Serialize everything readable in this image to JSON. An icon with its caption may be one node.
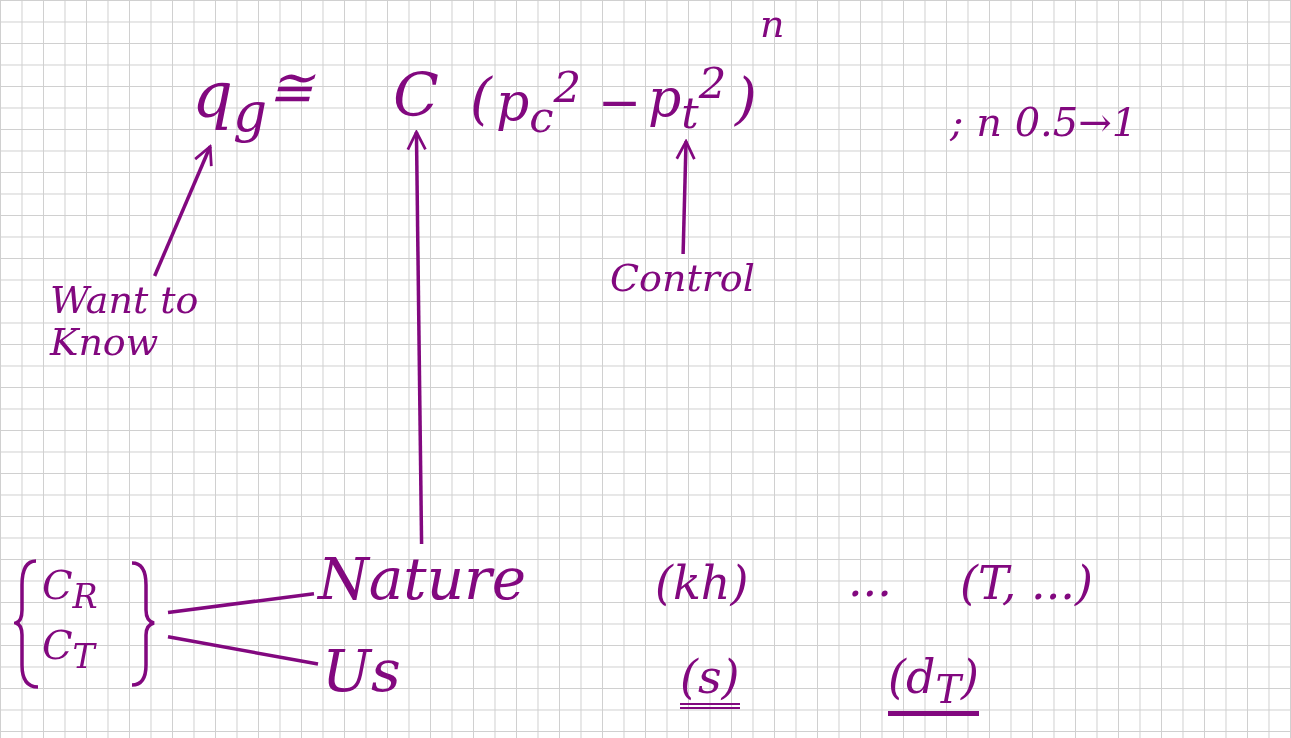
{
  "diagram": {
    "nodes": [
      {
        "text": [
          "q$_{g}$"
        ]
      },
      {
        "text": [
          "C"
        ]
      },
      {
        "text": [
          "p$_{t}$$^{2}$"
        ]
      },
      {
        "text": [
          "Want to Know"
        ]
      },
      {
        "text": [
          "Control"
        ]
      },
      {
        "text": [
          "Nature"
        ]
      },
      {
        "text": [
          "Us"
        ]
      },
      {
        "text": [
          "C$_{R}$",
          "C$_{T}$"
        ]
      }
    ],
    "edges": [
      {
        "from": 3,
        "to": 0,
        "arrow": "to"
      },
      {
        "from": 4,
        "to": 2,
        "arrow": "to"
      },
      {
        "from": 5,
        "to": 1,
        "arrow": "to"
      },
      {
        "from": 5,
        "to": 7,
        "arrow": "none"
      },
      {
        "from": 6,
        "to": 7,
        "arrow": "none"
      }
    ],
    "labels": [
      "≅",
      "(",
      "p$_{c}$$^{2}$ −",
      ")",
      "n",
      "; n 0.5→1",
      "(kh)",
      "...",
      "(T, ...)",
      "(s)",
      "(d$_{T}$)"
    ]
  }
}
